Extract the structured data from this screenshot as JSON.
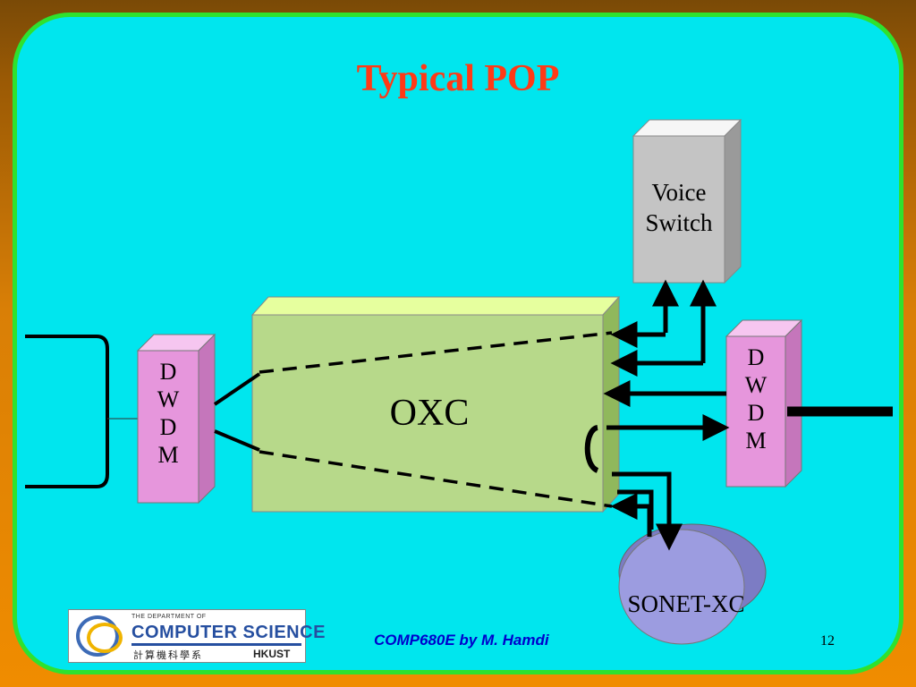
{
  "title": "Typical POP",
  "nodes": {
    "oxc": "OXC",
    "voice_switch": [
      "Voice",
      "Switch"
    ],
    "dwdm_left": [
      "D",
      "W",
      "D",
      "M"
    ],
    "dwdm_right": [
      "D",
      "W",
      "D",
      "M"
    ],
    "sonet_xc": "SONET-XC"
  },
  "footer": {
    "course": "COMP680E by M. Hamdi",
    "page_number": "12"
  },
  "logo": {
    "department_line": "THE DEPARTMENT OF",
    "name": "COMPUTER SCIENCE",
    "chinese": "計算機科學系",
    "institution": "HKUST"
  },
  "colors": {
    "background_panel": "#00e6ee",
    "panel_border": "#2ee22e",
    "title": "#ff3a16",
    "oxc_box": "#b7d98a",
    "dwdm_box": "#e696dc",
    "voice_switch_box": "#c4c4c4",
    "sonet_xc_disc": "#9c9ce0",
    "footer_text": "#0000cc"
  }
}
